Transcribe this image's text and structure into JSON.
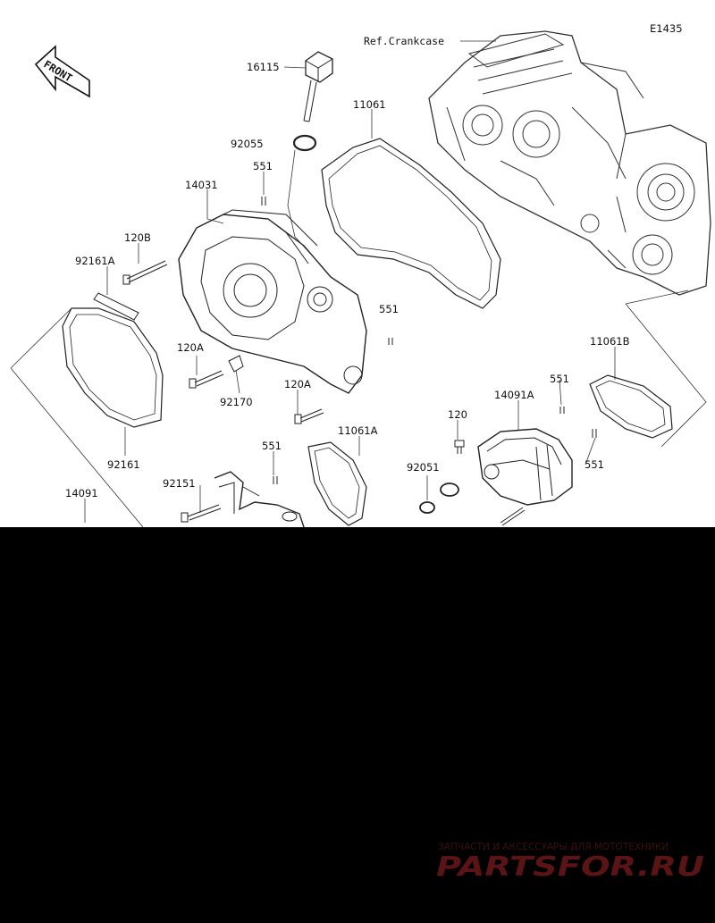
{
  "diagram": {
    "code": "E1435",
    "front_label": "FRONT",
    "reference": "Ref.Crankcase",
    "parts": [
      {
        "key": "p16115",
        "number": "16115"
      },
      {
        "key": "p11061",
        "number": "11061"
      },
      {
        "key": "p92055",
        "number": "92055"
      },
      {
        "key": "p551a",
        "number": "551"
      },
      {
        "key": "p14031",
        "number": "14031"
      },
      {
        "key": "p120b",
        "number": "120B"
      },
      {
        "key": "p92161a",
        "number": "92161A"
      },
      {
        "key": "p551b",
        "number": "551"
      },
      {
        "key": "p120a1",
        "number": "120A"
      },
      {
        "key": "p92170",
        "number": "92170"
      },
      {
        "key": "p120a2",
        "number": "120A"
      },
      {
        "key": "p11061b",
        "number": "11061B"
      },
      {
        "key": "p551c",
        "number": "551"
      },
      {
        "key": "p14091a",
        "number": "14091A"
      },
      {
        "key": "p120",
        "number": "120"
      },
      {
        "key": "p11061a",
        "number": "11061A"
      },
      {
        "key": "p551d",
        "number": "551"
      },
      {
        "key": "p92051",
        "number": "92051"
      },
      {
        "key": "p551e",
        "number": "551"
      },
      {
        "key": "p92161",
        "number": "92161"
      },
      {
        "key": "p92151",
        "number": "92151"
      },
      {
        "key": "p14091",
        "number": "14091"
      }
    ]
  },
  "watermark": {
    "tagline": "ЗАПЧАСТИ И АКСЕССУАРЫ ДЛЯ МОТОТЕХНИКИ",
    "brand": "PARTSFOR.RU",
    "color": "#c0282d"
  }
}
